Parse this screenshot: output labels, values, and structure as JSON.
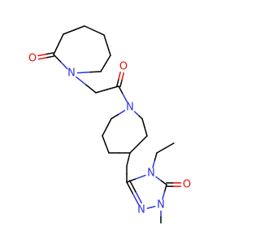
{
  "atoms": [
    {
      "id": "O1",
      "symbol": "O",
      "label": "O",
      "color": "#e8120c"
    },
    {
      "id": "N1",
      "symbol": "N",
      "label": "N",
      "color": "#2c34e0"
    },
    {
      "id": "O2",
      "symbol": "O",
      "label": "O",
      "color": "#e8120c"
    },
    {
      "id": "N2",
      "symbol": "N",
      "label": "N",
      "color": "#2c34e0"
    },
    {
      "id": "N3",
      "symbol": "N",
      "label": "N",
      "color": "#2c34e0"
    },
    {
      "id": "O3",
      "symbol": "O",
      "label": "O",
      "color": "#e8120c"
    },
    {
      "id": "N4",
      "symbol": "N",
      "label": "N",
      "color": "#2c34e0"
    },
    {
      "id": "N5",
      "symbol": "N",
      "label": "N",
      "color": "#2c34e0"
    }
  ],
  "colors": {
    "carbon_bond": "#000000",
    "nitrogen": "#2c34e0",
    "oxygen": "#e8120c",
    "background": "#ffffff"
  }
}
